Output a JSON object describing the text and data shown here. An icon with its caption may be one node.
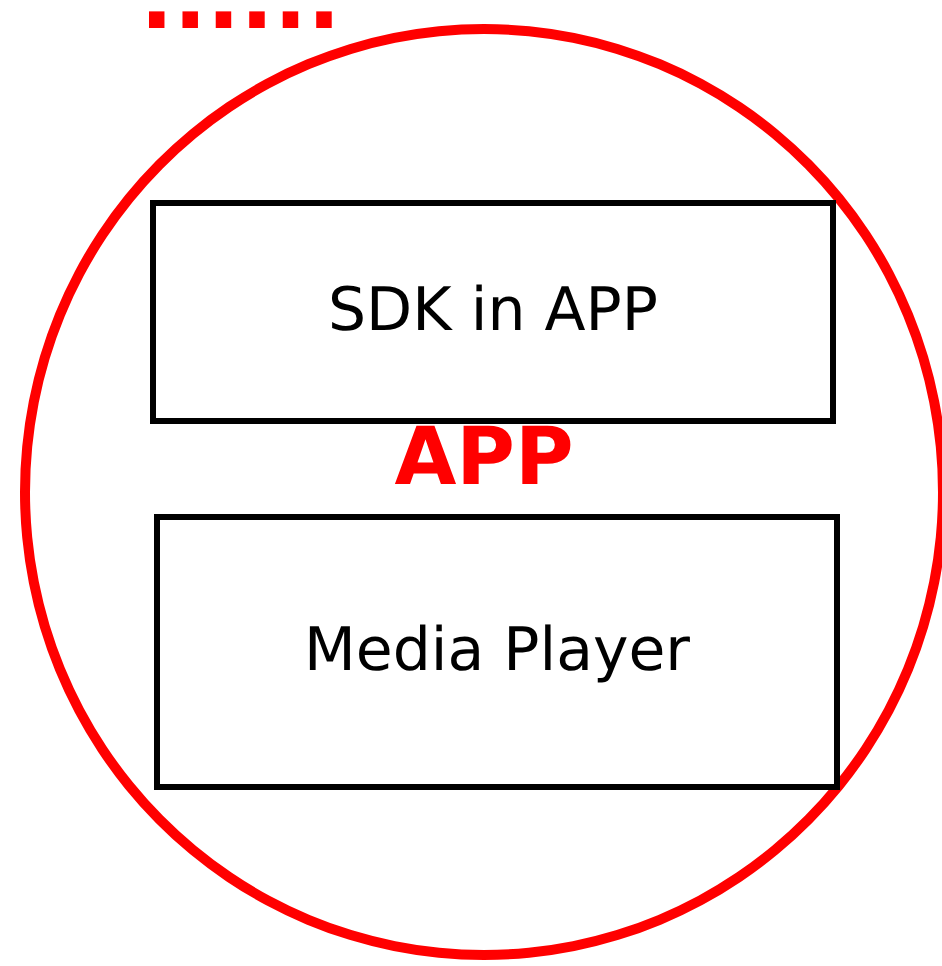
{
  "diagram": {
    "nodes": [
      {
        "text": [
          "APP"
        ]
      },
      {
        "text": [
          "SDK in APP"
        ],
        "in": 0
      },
      {
        "text": [
          "Media Player"
        ],
        "in": 0
      }
    ],
    "edges": [],
    "labels": [
      "......"
    ]
  }
}
